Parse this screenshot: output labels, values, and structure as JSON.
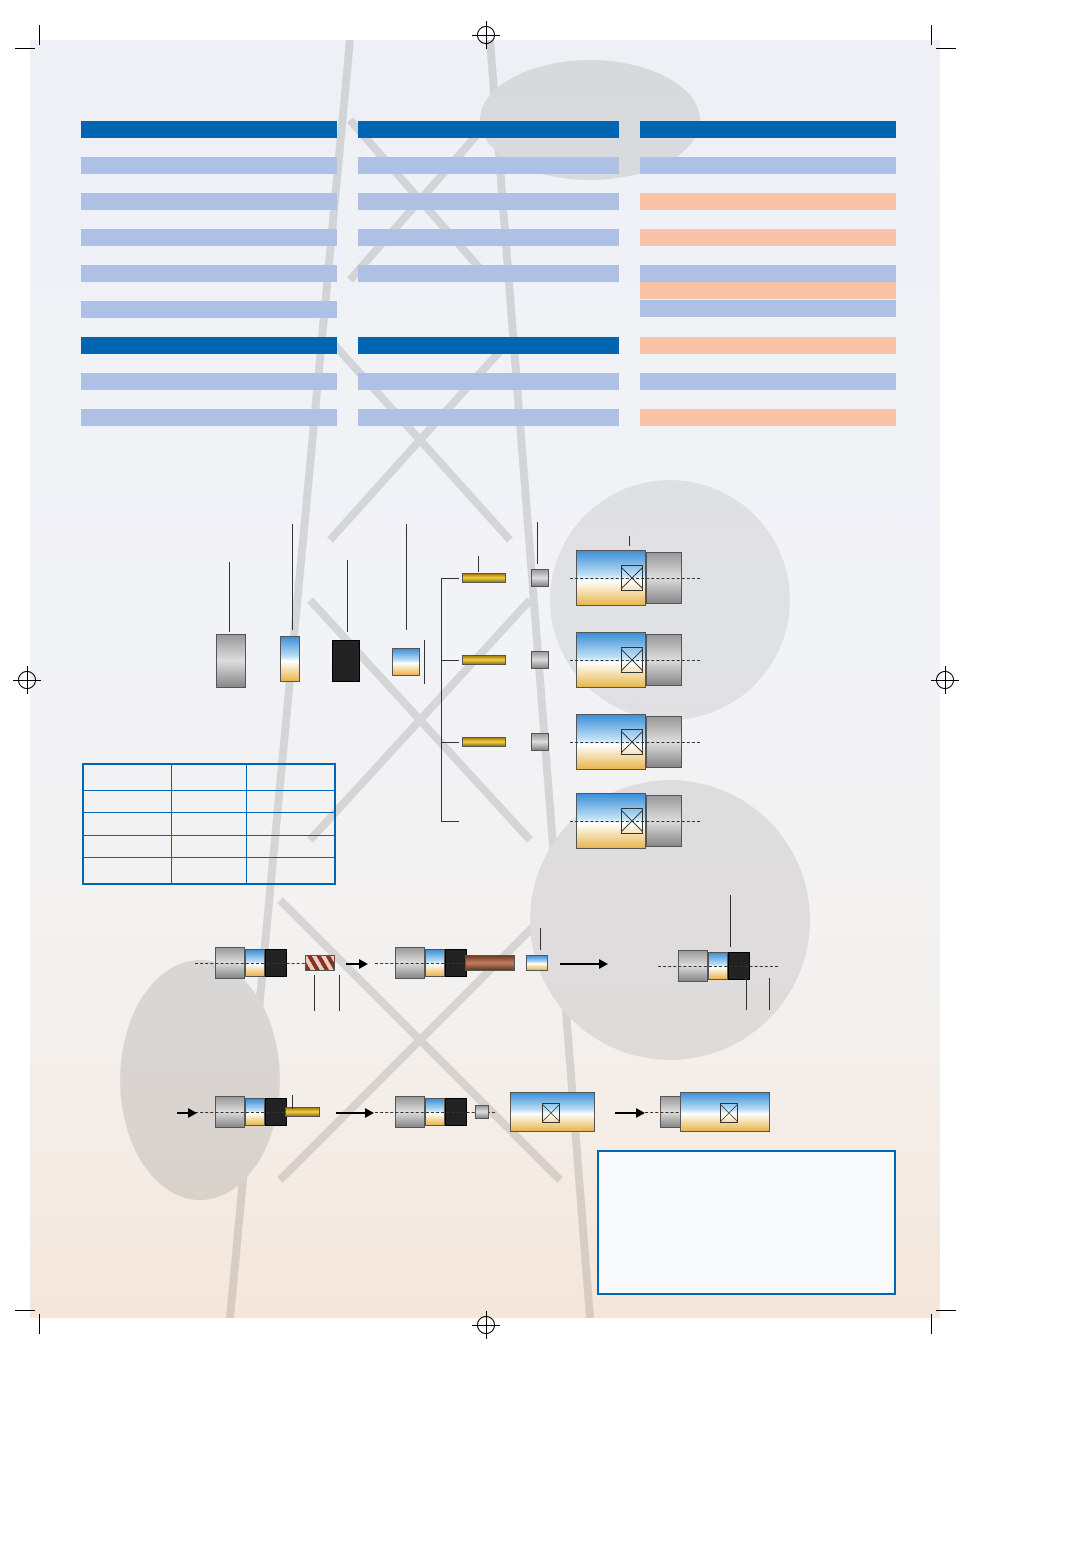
{
  "colors": {
    "header_bar": "#0066b3",
    "row_blue": "#aec0e3",
    "row_peach": "#f9c1a5",
    "table_border": "#0066b3"
  },
  "column3_row_colors": [
    "blue",
    "peach",
    "peach",
    "blue",
    "peach",
    "blue",
    "peach",
    "blue",
    "peach"
  ]
}
